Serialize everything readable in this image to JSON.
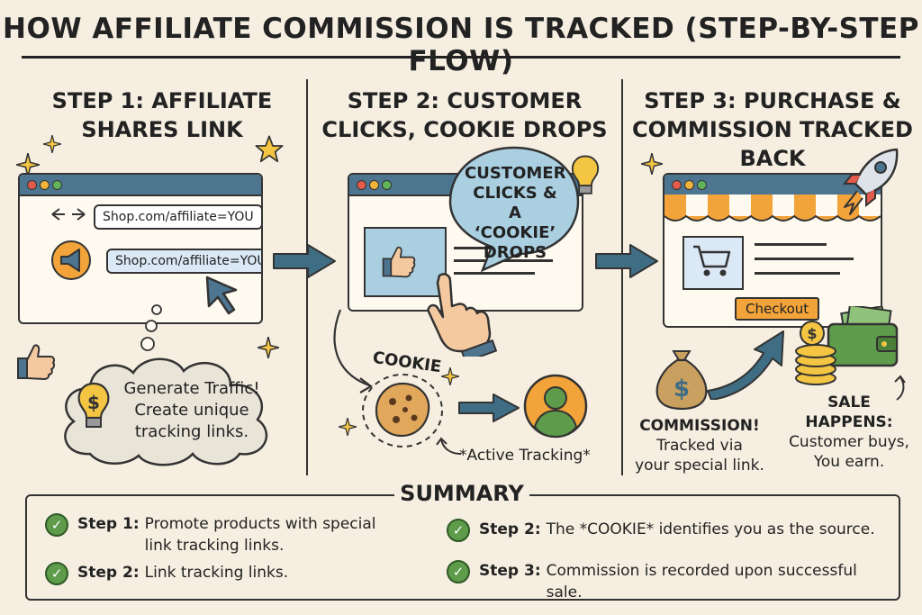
{
  "title": "HOW AFFILIATE COMMISSION IS TRACKED (STEP-BY-STEP FLOW)",
  "step1": {
    "title_line1": "STEP 1: AFFILIATE",
    "title_line2": "SHARES LINK",
    "url1": "Shop.com/affiliate=YOU",
    "url2": "Shop.com/affiliate=YOU",
    "cloud_line1": "Generate Traffic!",
    "cloud_line2": "Create unique",
    "cloud_line3": "tracking links."
  },
  "step2": {
    "title_line1": "STEP 2: CUSTOMER",
    "title_line2": "CLICKS, COOKIE DROPS",
    "bubble_line1": "CUSTOMER",
    "bubble_line2": "CLICKS & A",
    "bubble_line3": "‘COOKIE’",
    "bubble_line4": "DROPS",
    "cookie_label": "COOKIE",
    "tracking_label": "*Active Tracking*"
  },
  "step3": {
    "title_line1": "STEP 3: PURCHASE &",
    "title_line2": "COMMISSION TRACKED BACK",
    "checkout": "Checkout",
    "commission_title": "COMMISSION!",
    "commission_line1": "Tracked via",
    "commission_line2": "your special link.",
    "sale_line1": "SALE",
    "sale_line2": "HAPPENS:",
    "sale_line3": "Customer buys,",
    "sale_line4": "You earn."
  },
  "summary": {
    "title": "SUMMARY",
    "items": [
      {
        "label": "Step 1:",
        "text_line1": "Promote products with special",
        "text_line2": "link tracking links."
      },
      {
        "label": "Step 2:",
        "text_line1": "Link tracking links."
      },
      {
        "label": "Step 2:",
        "text_line1": "The *COOKIE* identifies you as the source."
      },
      {
        "label": "Step 3:",
        "text_line1": "Commission is recorded upon successful sale."
      }
    ]
  },
  "colors": {
    "background": "#f6efe1",
    "window_bar": "#4d7590",
    "arrow": "#3f6d84",
    "bubble": "#a9cfe0",
    "check": "#5e9b4a",
    "awning_orange": "#f2a33a"
  },
  "icons": [
    "star-icon",
    "sparkle-icon",
    "back-forward-icon",
    "megaphone-icon",
    "cursor-icon",
    "thumbs-up-icon",
    "lightbulb-icon",
    "hand-pointer-icon",
    "cookie-icon",
    "user-avatar-icon",
    "shopping-cart-icon",
    "rocket-icon",
    "money-bag-icon",
    "coins-icon",
    "wallet-icon",
    "check-icon"
  ]
}
